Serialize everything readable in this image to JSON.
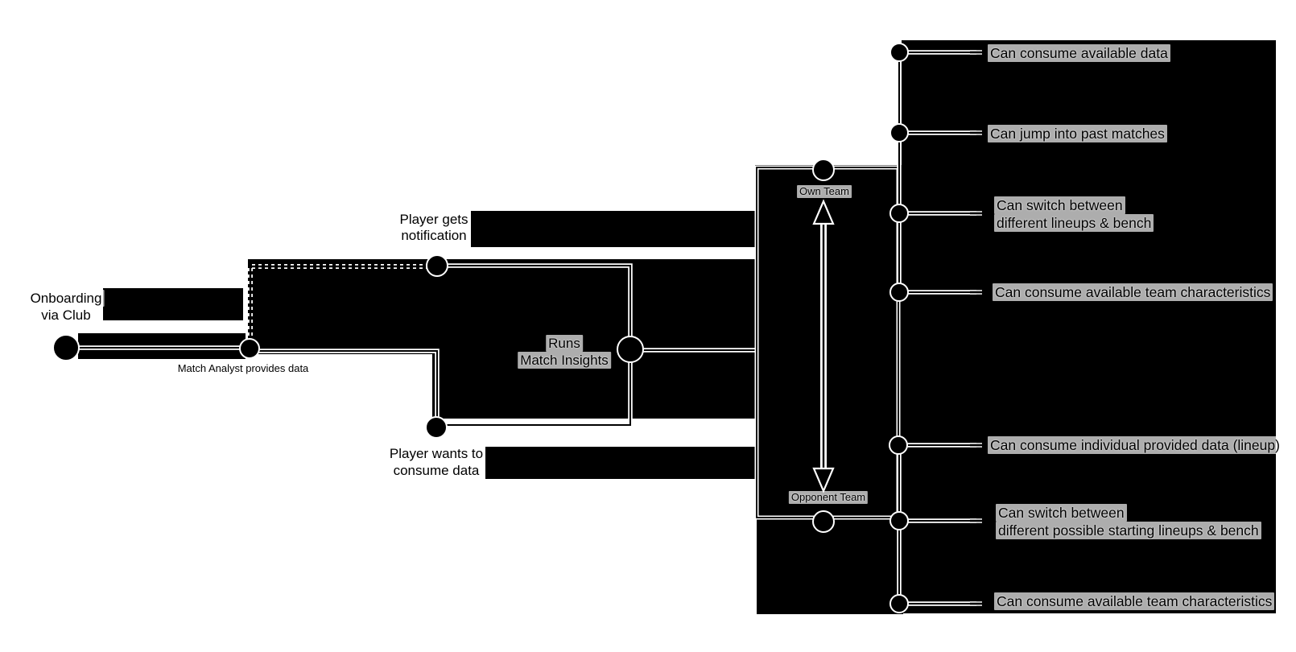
{
  "colors": {
    "canvas": "#ffffff",
    "shape_fill": "#000000",
    "connector_core": "#000000",
    "connector_casing": "#ffffff",
    "text": "#000000"
  },
  "flow": {
    "onboarding": {
      "line1": "Onboarding",
      "line2": "via Club"
    },
    "match_analyst": {
      "label": "Match Analyst provides data"
    },
    "player_notification": {
      "line1": "Player gets",
      "line2": "notification"
    },
    "player_consume": {
      "line1": "Player wants to",
      "line2": "consume data"
    },
    "runs": {
      "line1": "Runs",
      "line2": "Match Insights"
    },
    "own_team": {
      "label": "Own Team"
    },
    "opponent_team": {
      "label": "Opponent Team"
    }
  },
  "capabilities": {
    "own_team_items": [
      {
        "line1": "Can consume available data"
      },
      {
        "line1": "Can jump into past matches"
      },
      {
        "line1": "Can switch between",
        "line2": "different lineups & bench"
      },
      {
        "line1": "Can consume available team characteristics"
      }
    ],
    "opponent_team_items": [
      {
        "line1": "Can consume individual provided data (lineup)"
      },
      {
        "line1": "Can switch between",
        "line2": "different possible starting lineups & bench"
      },
      {
        "line1": "Can consume available team characteristics"
      }
    ]
  }
}
